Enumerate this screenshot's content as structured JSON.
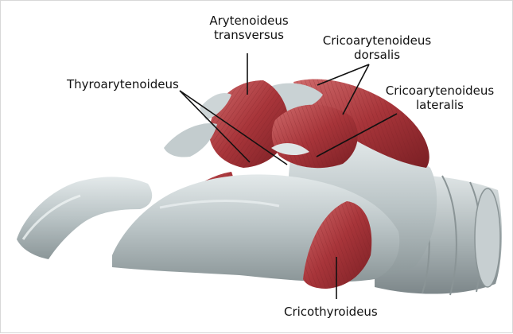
{
  "labels": {
    "arytenoideus_transversus": {
      "line1": "Arytenoideus",
      "line2": "transversus"
    },
    "cricoarytenoideus_dorsalis": {
      "line1": "Cricoarytenoideus",
      "line2": "dorsalis"
    },
    "cricoarytenoideus_lateralis": {
      "line1": "Cricoarytenoideus",
      "line2": "lateralis"
    },
    "thyroarytenoideus": "Thyroarytenoideus",
    "cricothyroideus": "Cricothyroideus"
  },
  "colors": {
    "cartilage": "#a9b4b6",
    "cartilage_light": "#d3dbdc",
    "cartilage_dark": "#7e898b",
    "muscle": "#a8353a",
    "muscle_light": "#c85a5c",
    "muscle_dark": "#7a1f24",
    "leader_line": "#111111"
  }
}
